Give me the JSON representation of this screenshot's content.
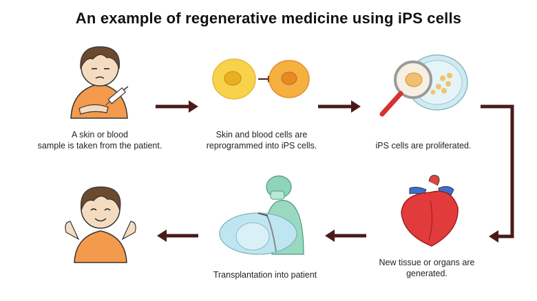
{
  "title": "An example of regenerative medicine using iPS cells",
  "colors": {
    "arrow": "#4a1a1a",
    "skin": "#f5dcc0",
    "shirt": "#f39a4c",
    "hair": "#6b4a2e",
    "cell_yellow": "#f7d24a",
    "cell_orange": "#f5b040",
    "heart": "#e23b3b",
    "petri": "#cfeaf0",
    "scrub": "#9ad9c0",
    "drape": "#bfe6f0"
  },
  "steps": [
    {
      "id": "sample",
      "caption_lines": [
        "A skin or blood",
        "sample is taken from the patient."
      ],
      "icon": "sick-patient-syringe-icon"
    },
    {
      "id": "reprogram",
      "caption_lines": [
        "Skin and blood cells are",
        "reprogrammed into iPS cells."
      ],
      "icon": "cell-reprogram-icon"
    },
    {
      "id": "proliferate",
      "caption_lines": [
        "iPS cells are proliferated."
      ],
      "icon": "magnifier-petri-dish-icon"
    },
    {
      "id": "generate",
      "caption_lines": [
        "New tissue or organs are",
        "generated."
      ],
      "icon": "heart-icon"
    },
    {
      "id": "transplant",
      "caption_lines": [
        "Transplantation into patient"
      ],
      "icon": "surgeon-surgery-icon"
    },
    {
      "id": "recovered",
      "caption_lines": [],
      "icon": "healthy-patient-icon"
    }
  ]
}
